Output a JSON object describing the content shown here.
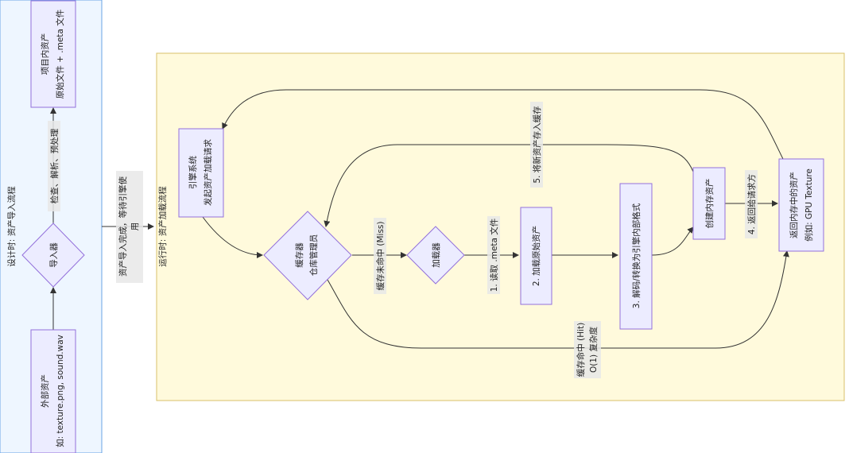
{
  "clusters": {
    "design_title": "设计时: 资产导入流程",
    "runtime_title": "运行时: 资产加载流程",
    "colors": {
      "design_bg": "#eef6ff",
      "design_border": "#6aa4e6",
      "runtime_bg": "#fffadc",
      "runtime_border": "#d8c06a"
    }
  },
  "nodes": {
    "external": [
      "外部资产",
      "如: texture.png, sound.wav"
    ],
    "importer": [
      "导入器"
    ],
    "project": [
      "项目内资产",
      "原始文件 + .meta 文件"
    ],
    "engine": [
      "引擎系统",
      "发起资产加载请求"
    ],
    "cache": [
      "缓存器",
      "仓库管理员"
    ],
    "loader": [
      "加载器"
    ],
    "load_raw": [
      "2. 加载原始资产"
    ],
    "decode": [
      "3. 解码/转换为引擎内部格式"
    ],
    "create": [
      "创建内存资产"
    ],
    "return": [
      "返回内存中的资产",
      "例如: GPU Texture"
    ]
  },
  "edges": {
    "import_check": "检查、解析、预处理",
    "import_done": [
      "资产导入完成，等待引擎使",
      "用"
    ],
    "cache_miss": "缓存未命中 (Miss)",
    "read_meta": "1. 读取 .meta 文件",
    "store_cache": "5. 将新资产存入缓存",
    "return_req": "4. 返回给请求方",
    "cache_hit": [
      "缓存命中 (Hit)",
      "O(1) 复杂度"
    ]
  }
}
